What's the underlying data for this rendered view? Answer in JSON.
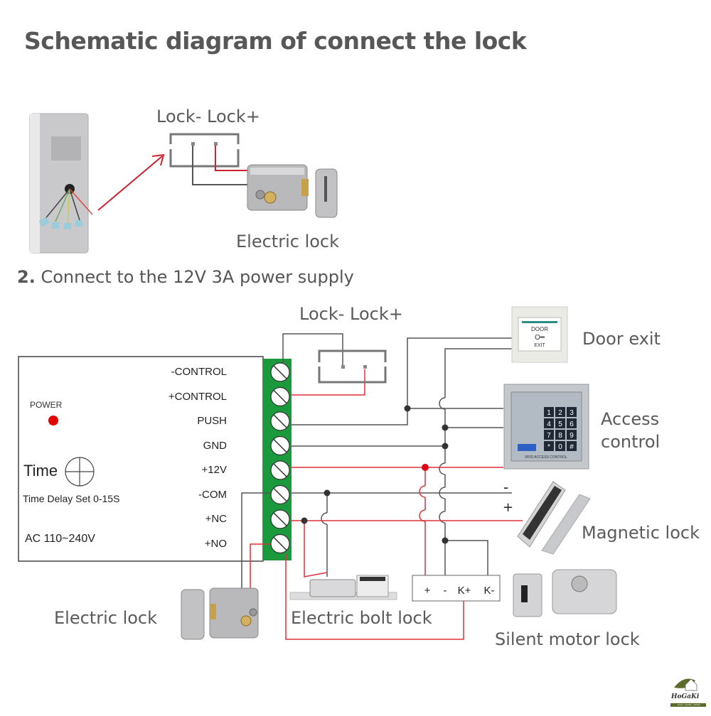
{
  "title": "Schematic diagram of connect the lock",
  "section1": {
    "lock_labels": "Lock- Lock+",
    "device_label": "Electric lock"
  },
  "section2": {
    "step_number": "2.",
    "step_text": "Connect to the 12V 3A power supply",
    "lock_labels": "Lock-  Lock+",
    "controller": {
      "power_label": "POWER",
      "time_label": "Time",
      "time_delay_label": "Time Delay Set 0-15S",
      "ac_label": "AC 110~240V",
      "terminals": [
        "-CONTROL",
        "+CONTROL",
        "PUSH",
        "GND",
        "+12V",
        "-COM",
        "+NC",
        "+NO"
      ]
    },
    "devices": {
      "door_exit": "Door exit",
      "door_exit_button": {
        "top": "DOOR",
        "bottom": "EXIT"
      },
      "access_control_line1": "Access",
      "access_control_line2": "control",
      "keypad_keys": [
        "1",
        "2",
        "3",
        "4",
        "5",
        "6",
        "7",
        "8",
        "9",
        "*",
        "0",
        "#"
      ],
      "keypad_caption": "RFID ACCESS CONTROL",
      "magnetic_lock": "Magnetic lock",
      "magnetic_minus": "-",
      "magnetic_plus": "+",
      "silent_motor_lock": "Silent motor lock",
      "motor_terminals": [
        "+",
        "-",
        "K+",
        "K-"
      ],
      "electric_bolt_lock": "Electric bolt lock",
      "electric_lock": "Electric lock"
    }
  },
  "watermark": {
    "brand": "HoGaKi",
    "tagline": "Home - garden - kitchen"
  },
  "colors": {
    "wire_gray": "#555555",
    "wire_red": "#e0303a",
    "terminal_green": "#1a9a3c",
    "power_led": "#e00000"
  }
}
